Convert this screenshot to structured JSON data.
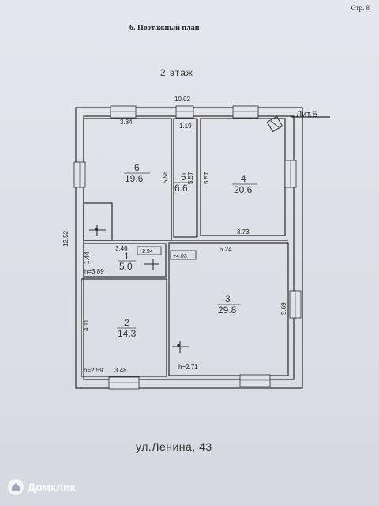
{
  "header": {
    "page_number": "Стр. 8",
    "section_title": "6. Поэтажный план",
    "floor_label": "2 этаж"
  },
  "building": {
    "liter": "Лит.Б",
    "overall_width": "10.02",
    "overall_height": "12.52",
    "address": "ул.Ленина, 43"
  },
  "rooms": [
    {
      "id": "6",
      "area": "19.6",
      "dims": [
        "3.84",
        "5.58"
      ]
    },
    {
      "id": "5",
      "area": "6.6",
      "dims": [
        "1.19",
        "5.57"
      ]
    },
    {
      "id": "4",
      "area": "20.6",
      "dims": [
        "5.57",
        "3.73"
      ]
    },
    {
      "id": "1",
      "area": "5.0",
      "dims": [
        "3.46",
        "1.44"
      ],
      "height": "h=3.89",
      "level": "+2.94"
    },
    {
      "id": "3",
      "area": "29.8",
      "dims": [
        "5.24",
        "5.69"
      ],
      "height": "h=2.71",
      "level": "+4.03"
    },
    {
      "id": "2",
      "area": "14.3",
      "dims": [
        "4.11",
        "3.48"
      ],
      "height": "h=2.59"
    }
  ],
  "watermark": {
    "text": "Домклик"
  },
  "colors": {
    "line": "#2b2b2b",
    "paper": "#e3e4eb"
  }
}
